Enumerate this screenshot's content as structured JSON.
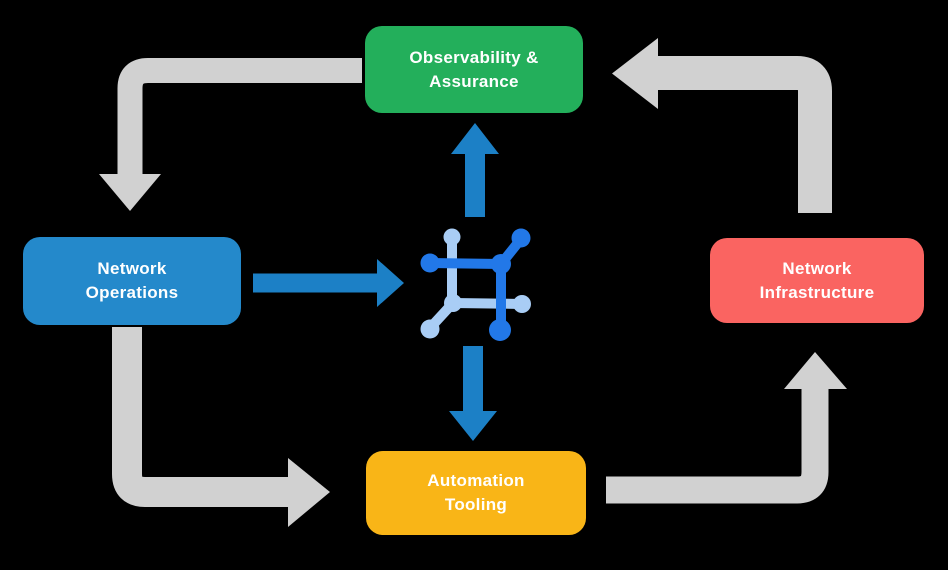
{
  "canvas": {
    "background": "#000000",
    "text_color": "#FFFFFF"
  },
  "nodes": {
    "observability": {
      "label": "Observability & Assurance",
      "lines": [
        "Observability &",
        "Assurance"
      ],
      "color": "#23AF5B"
    },
    "operations": {
      "label": "Network Operations",
      "lines": [
        "Network",
        "Operations"
      ],
      "color": "#2489CB"
    },
    "infrastructure": {
      "label": "Network Infrastructure",
      "lines": [
        "Network",
        "Infrastructure"
      ],
      "color": "#FA6461"
    },
    "automation": {
      "label": "Automation Tooling",
      "lines": [
        "Automation",
        "Tooling"
      ],
      "color": "#F9B517"
    }
  },
  "arrows": {
    "cycle_color": "#D1D1D1",
    "flow_color": "#1C80C6"
  },
  "center_icon": {
    "name": "network-automation",
    "dark_color": "#2278E8",
    "light_color": "#A9CDF5"
  }
}
